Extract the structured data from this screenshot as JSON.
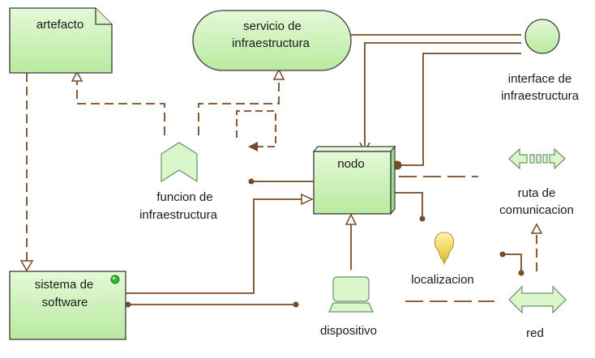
{
  "diagram": {
    "nodes": {
      "artefacto": {
        "label": "artefacto"
      },
      "servicio": {
        "line1": "servicio de",
        "line2": "infraestructura"
      },
      "interface": {
        "line1": "interface de",
        "line2": "infraestructura"
      },
      "funcion": {
        "line1": "funcion de",
        "line2": "infraestructura"
      },
      "nodo": {
        "label": "nodo"
      },
      "ruta": {
        "line1": "ruta de",
        "line2": "comunicacion"
      },
      "localizacion": {
        "label": "localizacion"
      },
      "sistema": {
        "line1": "sistema de",
        "line2": "software"
      },
      "dispositivo": {
        "label": "dispositivo"
      },
      "red": {
        "label": "red"
      }
    },
    "colors": {
      "element_fill": "#c6f0b4",
      "element_fill_light": "#e0f8d4",
      "element_stroke": "#3a3a3a",
      "connector": "#7a4a26",
      "bulb": "#f6e070",
      "status_dot": "#2fb82f"
    }
  }
}
